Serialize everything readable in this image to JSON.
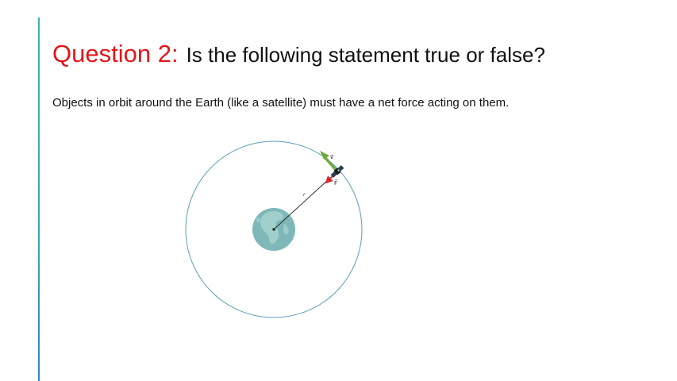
{
  "title": {
    "question": "Question 2",
    "colon": ":",
    "text": "Is the following statement true or false?"
  },
  "statement": "Objects in orbit around the Earth (like a satellite) must have a net force acting on them.",
  "diagram": {
    "velocity_label": "v⃗",
    "force_label": "F⃗",
    "radius_label": "r"
  },
  "colors": {
    "title_accent": "#e4151a",
    "orbit": "#5b9fb8",
    "earth": "#7fb8b8",
    "velocity_arrow": "#6dab3c",
    "force_arrow": "#d9282e"
  }
}
